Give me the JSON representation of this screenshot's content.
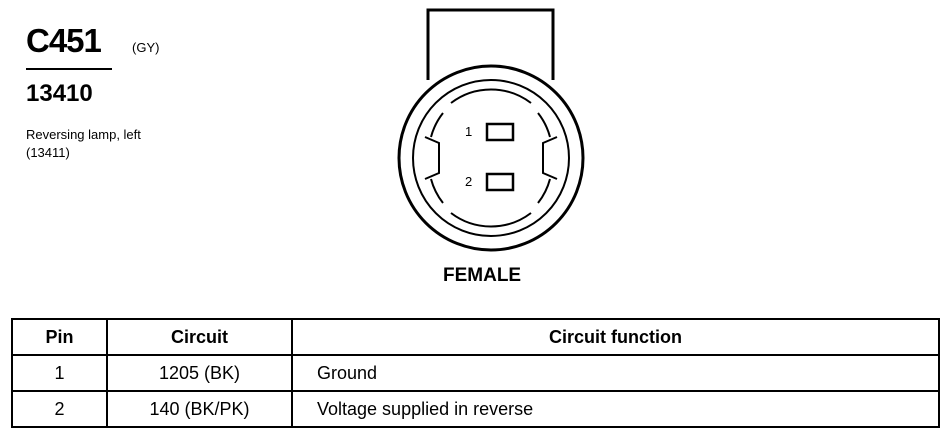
{
  "connector": {
    "id": "C451",
    "color_code": "(GY)",
    "part_number": "13410",
    "description_lines": [
      "Reversing lamp, left",
      "(13411)"
    ],
    "gender": "FEMALE",
    "pin_labels": [
      "1",
      "2"
    ]
  },
  "table": {
    "headers": [
      "Pin",
      "Circuit",
      "Circuit function"
    ],
    "rows": [
      {
        "pin": "1",
        "circuit": "1205 (BK)",
        "function": "Ground"
      },
      {
        "pin": "2",
        "circuit": "140 (BK/PK)",
        "function": "Voltage supplied in reverse"
      }
    ]
  }
}
